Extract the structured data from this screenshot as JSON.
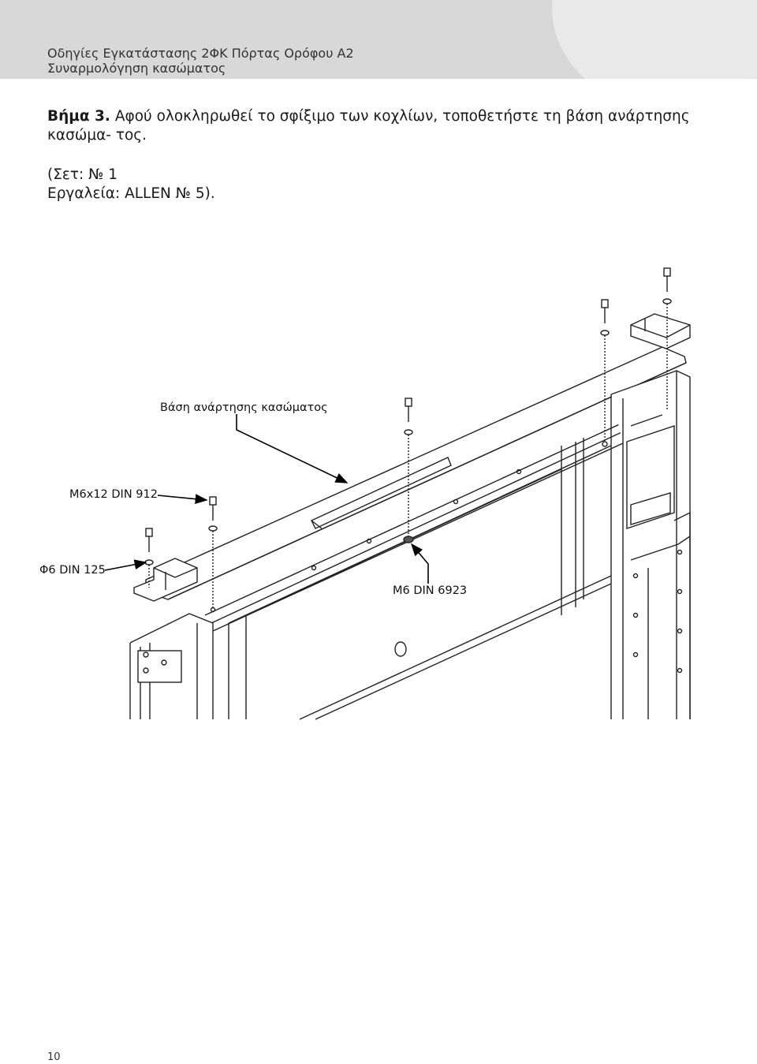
{
  "header": {
    "title": "Οδηγίες Εγκατάστασης 2ΦΚ Πόρτας Ορόφου Α2",
    "subtitle": "Συναρμολόγηση κασώματος"
  },
  "step": {
    "label": "Βήμα 3.",
    "text": "Αφού ολοκληρωθεί το σφίξιμο των κοχλίων, τοποθετήστε τη βάση ανάρτησης κασώμα- τος."
  },
  "note": {
    "line1": "(Σετ: № 1",
    "line2": "Εργαλεία: ALLEN № 5)."
  },
  "callouts": {
    "hanger_base": "Βάση ανάρτησης κασώματος",
    "bolt": "M6x12 DIN 912",
    "washer": "Φ6 DIN 125",
    "nut": "M6 DIN 6923"
  },
  "page": {
    "number": "10"
  }
}
